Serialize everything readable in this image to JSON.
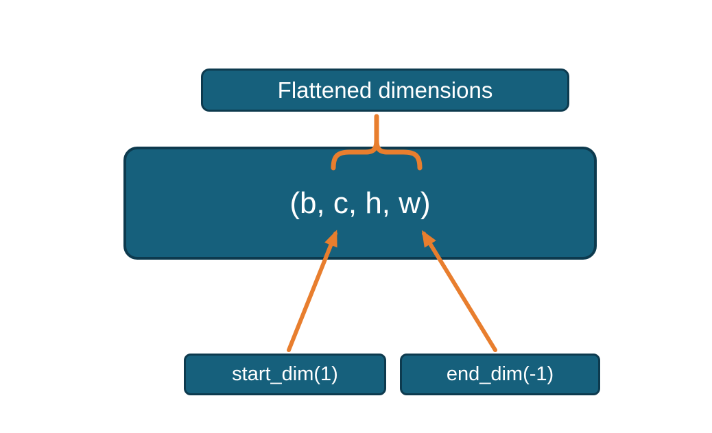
{
  "colors": {
    "background": "#ffffff",
    "box_fill": "#16607c",
    "box_border": "#0d3a4e",
    "text_color": "#ffffff",
    "accent_orange": "#e87e2e"
  },
  "diagram": {
    "top_label": "Flattened dimensions",
    "tensor_label": "(b, c, h, w)",
    "start_dim_label": "start_dim(1)",
    "end_dim_label": "end_dim(-1)"
  }
}
